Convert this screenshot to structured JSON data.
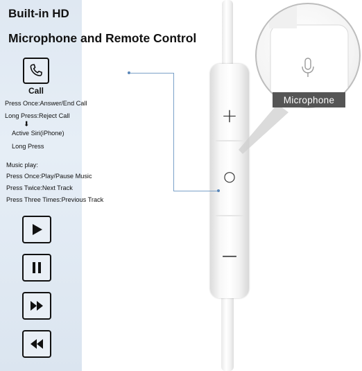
{
  "header": {
    "title_line1": "Built-in HD",
    "title_line2": "Microphone and Remote Control"
  },
  "call": {
    "icon": "phone-icon",
    "label": "Call",
    "lines": [
      "Press Once:Answer/End Call",
      "Long Press:Reject Call",
      "Active Siri(iPhone)",
      "Long Press"
    ]
  },
  "music": {
    "heading": "Music play:",
    "lines": [
      "Press Once:Play/Pause Music",
      "Press Twice:Next Track",
      "Press Three Times:Previous Track"
    ]
  },
  "controls": [
    {
      "icon": "play-icon"
    },
    {
      "icon": "pause-icon"
    },
    {
      "icon": "fast-forward-icon"
    },
    {
      "icon": "rewind-icon"
    }
  ],
  "remote": {
    "plus": "+",
    "center": "○",
    "minus": "—"
  },
  "callout": {
    "label": "Microphone",
    "icon": "microphone-icon"
  },
  "colors": {
    "panel": "#dfe8f2",
    "pointer": "#7aa0c8",
    "callout_bg": "#555555"
  }
}
